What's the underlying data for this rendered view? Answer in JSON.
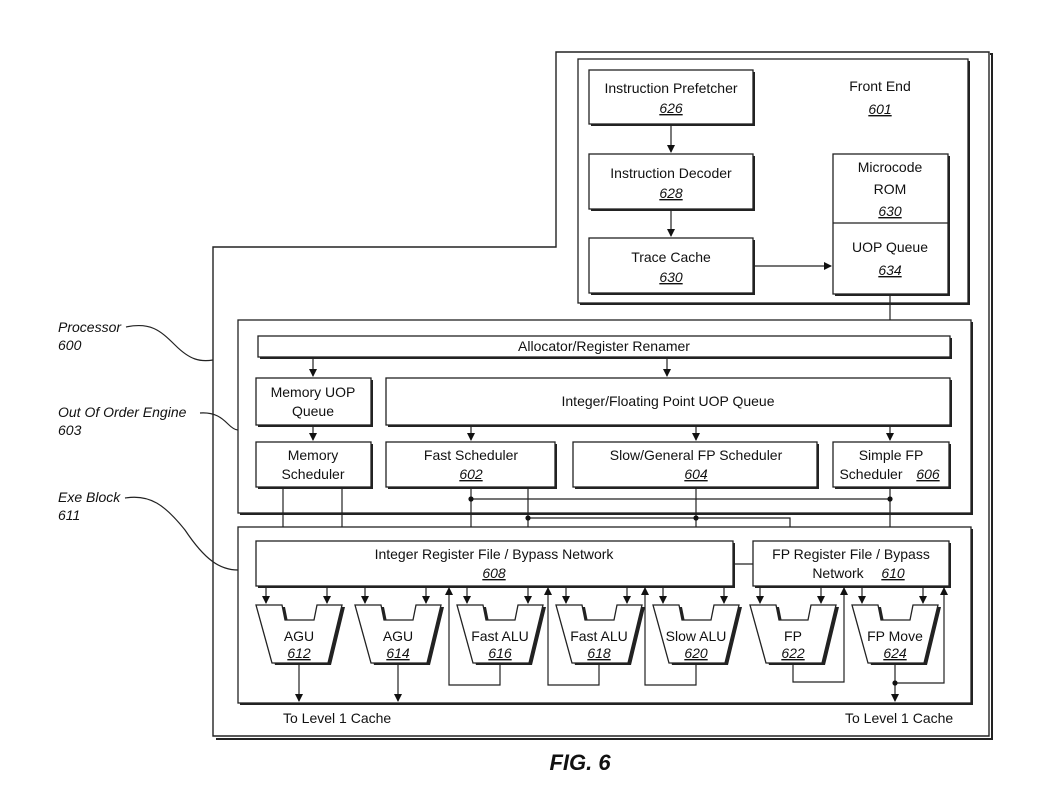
{
  "figure_label": "FIG. 6",
  "processor": {
    "label": "Processor",
    "number": "600"
  },
  "front_end": {
    "label": "Front End",
    "number": "601",
    "prefetcher": {
      "label": "Instruction Prefetcher",
      "number": "626"
    },
    "decoder": {
      "label": "Instruction Decoder",
      "number": "628"
    },
    "trace_cache": {
      "label": "Trace Cache",
      "number": "630"
    },
    "microcode_rom": {
      "label_line1": "Microcode",
      "label_line2": "ROM",
      "number": "630"
    },
    "uop_queue": {
      "label": "UOP Queue",
      "number": "634"
    }
  },
  "ooo_engine": {
    "label": "Out Of Order Engine",
    "number": "603",
    "allocator": "Allocator/Register Renamer",
    "memory_uop_queue": {
      "line1": "Memory UOP",
      "line2": "Queue"
    },
    "int_fp_uop_queue": "Integer/Floating Point UOP Queue",
    "memory_scheduler": {
      "line1": "Memory",
      "line2": "Scheduler"
    },
    "fast_scheduler": {
      "label": "Fast Scheduler",
      "number": "602"
    },
    "slow_scheduler": {
      "label": "Slow/General FP Scheduler",
      "number": "604"
    },
    "simple_fp_scheduler": {
      "line1": "Simple FP",
      "line2": "Scheduler",
      "number": "606"
    }
  },
  "exe_block": {
    "label": "Exe Block",
    "number": "611",
    "int_reg_file": {
      "label": "Integer Register File / Bypass Network",
      "number": "608"
    },
    "fp_reg_file": {
      "line1": "FP Register File / Bypass",
      "line2": "Network",
      "number": "610"
    },
    "units": [
      {
        "label": "AGU",
        "number": "612"
      },
      {
        "label": "AGU",
        "number": "614"
      },
      {
        "label": "Fast ALU",
        "number": "616"
      },
      {
        "label": "Fast ALU",
        "number": "618"
      },
      {
        "label": "Slow ALU",
        "number": "620"
      },
      {
        "label": "FP",
        "number": "622"
      },
      {
        "label": "FP Move",
        "number": "624"
      }
    ],
    "cache_left": "To Level 1 Cache",
    "cache_right": "To Level 1 Cache"
  }
}
